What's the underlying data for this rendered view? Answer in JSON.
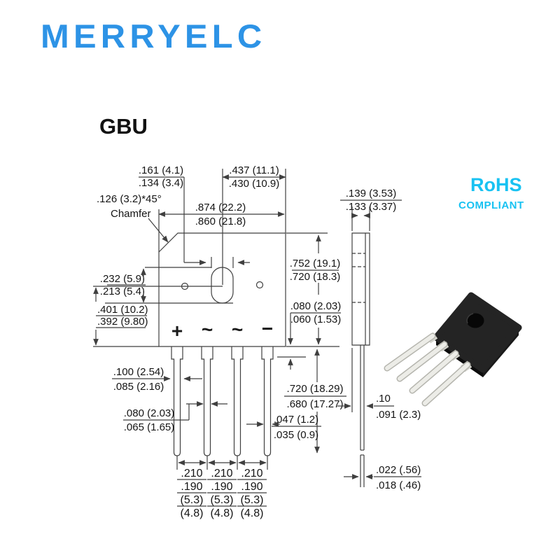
{
  "header": {
    "logo_text": "MERRYELC",
    "title": "GBU"
  },
  "rohs": {
    "line1": "RoHS",
    "line2": "COMPLIANT"
  },
  "colors": {
    "logo_blue": "#2D93E6",
    "rohs_cyan": "#18C2F2",
    "line_color": "#3F3F3F"
  },
  "front_view": {
    "pin_labels": [
      "+",
      "~",
      "~",
      "−"
    ],
    "dims": {
      "top_left_upper": ".161 (4.1)",
      "top_left_lower": ".134 (3.4)",
      "top_right_upper": ".437 (11.1)",
      "top_right_lower": ".430 (10.9)",
      "chamfer_size": ".126 (3.2)*45°",
      "chamfer_label": "Chamfer",
      "width_upper": ".874 (22.2)",
      "width_lower": ".860 (21.8)",
      "slot_upper": ".232 (5.9)",
      "slot_lower": ".213 (5.4)",
      "hole_upper": ".401 (10.2)",
      "hole_lower": ".392 (9.80)",
      "height_upper": ".752 (19.1)",
      "height_lower": ".720 (18.3)",
      "shoulder_upper": ".080 (2.03)",
      "shoulder_lower": ".060 (1.53)",
      "pin_width_upper": ".100 (2.54)",
      "pin_width_lower": ".085 (2.16)",
      "pin_mid_upper": ".080 (2.03)",
      "pin_mid_lower": ".065 (1.65)",
      "pin_len_upper": ".720 (18.29)",
      "pin_len_lower": ".680 (17.27)",
      "pin_thin_upper": ".047 (1.2)",
      "pin_thin_lower": ".035 (0.9)",
      "pitch_in_upper": ".210",
      "pitch_in_lower": ".190",
      "pitch_mm_upper": "(5.3)",
      "pitch_mm_lower": "(4.8)"
    }
  },
  "side_view": {
    "dims": {
      "thick_upper": ".139 (3.53)",
      "thick_lower": ".133 (3.37)",
      "base_upper": ".10",
      "base_lower": ".091 (2.3)",
      "lead_upper": ".022 (.56)",
      "lead_lower": ".018 (.46)"
    }
  }
}
